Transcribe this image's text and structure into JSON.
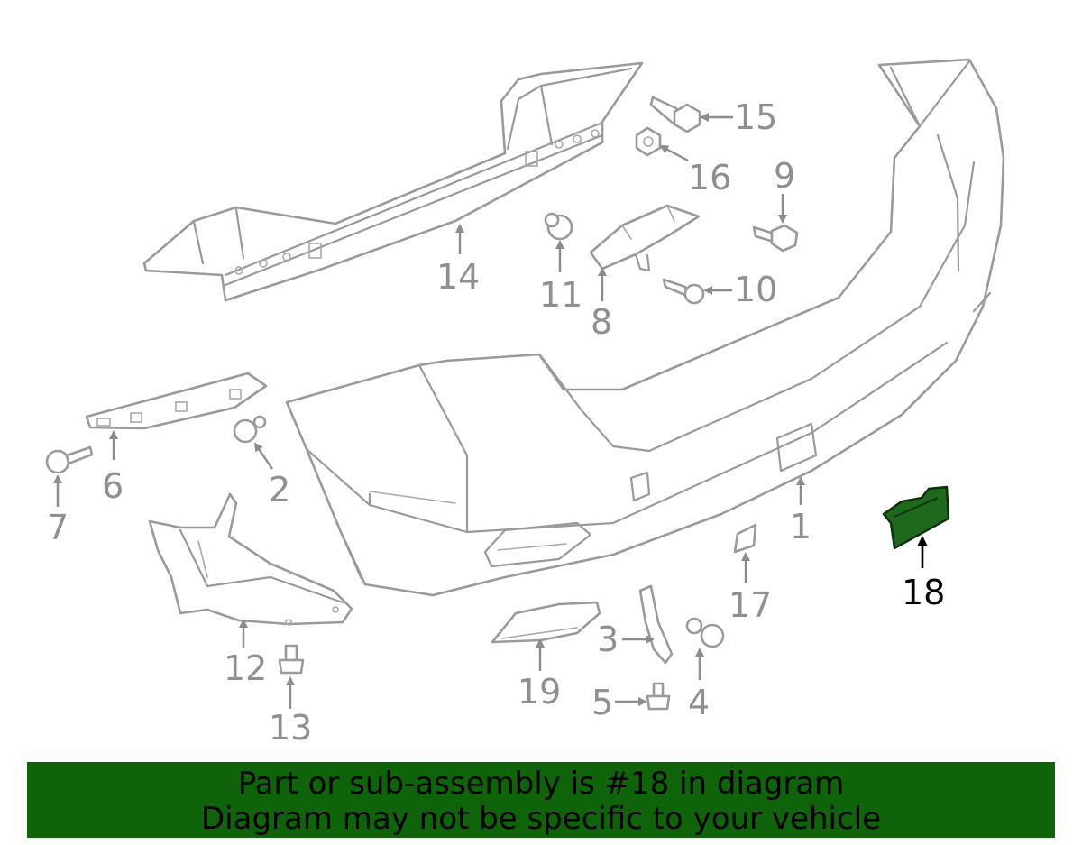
{
  "callouts": [
    {
      "id": "1",
      "text": "1"
    },
    {
      "id": "2",
      "text": "2"
    },
    {
      "id": "3",
      "text": "3"
    },
    {
      "id": "4",
      "text": "4"
    },
    {
      "id": "5",
      "text": "5"
    },
    {
      "id": "6",
      "text": "6"
    },
    {
      "id": "7",
      "text": "7"
    },
    {
      "id": "8",
      "text": "8"
    },
    {
      "id": "9",
      "text": "9"
    },
    {
      "id": "10",
      "text": "10"
    },
    {
      "id": "11",
      "text": "11"
    },
    {
      "id": "12",
      "text": "12"
    },
    {
      "id": "13",
      "text": "13"
    },
    {
      "id": "14",
      "text": "14"
    },
    {
      "id": "15",
      "text": "15"
    },
    {
      "id": "16",
      "text": "16"
    },
    {
      "id": "17",
      "text": "17"
    },
    {
      "id": "18",
      "text": "18",
      "highlighted": true
    },
    {
      "id": "19",
      "text": "19"
    }
  ],
  "banner": {
    "line1": "Part or sub-assembly is #18 in diagram",
    "line2": "Diagram may not be specific to your vehicle"
  },
  "colors": {
    "highlight_part": "#1d6a1d",
    "banner_bg": "#0f640a",
    "line_gray": "#9a9a9a"
  }
}
